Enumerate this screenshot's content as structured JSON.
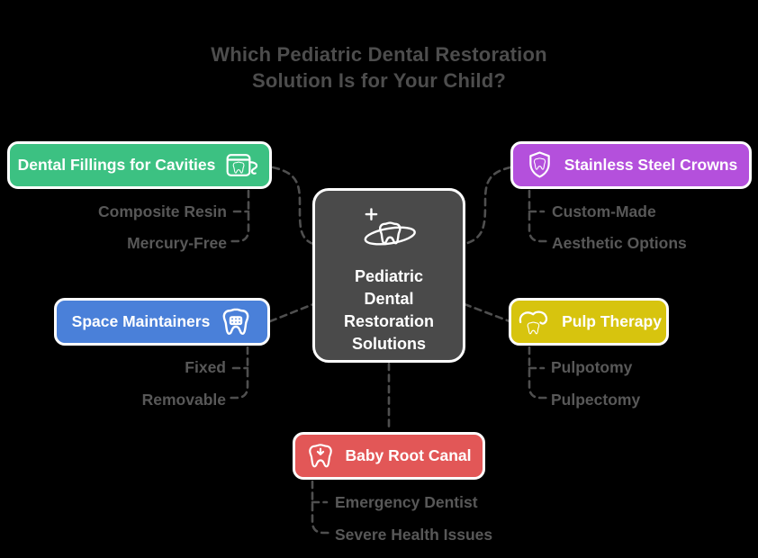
{
  "title": {
    "text": "Which Pediatric Dental Restoration\nSolution Is for Your Child?"
  },
  "colors": {
    "background": "#000000",
    "title": "#4d4d4d",
    "sublabel": "#585858",
    "node_text": "#ffffff",
    "connector": "#4f4f4f",
    "center_bg": "#4a4a4a",
    "border": "#ffffff"
  },
  "center": {
    "label": "Pediatric\nDental\nRestoration\nSolutions",
    "icon": "tooth-orbit-plus-icon"
  },
  "nodes": [
    {
      "id": "dental-fillings",
      "label": "Dental Fillings for Cavities",
      "color": "#3cc182",
      "icon": "floss-tooth-icon",
      "icon_side": "right",
      "children": [
        "Composite Resin",
        "Mercury-Free"
      ]
    },
    {
      "id": "stainless-steel-crowns",
      "label": "Stainless Steel Crowns",
      "color": "#b450dc",
      "icon": "shield-tooth-icon",
      "icon_side": "left",
      "children": [
        "Custom-Made",
        "Aesthetic Options"
      ]
    },
    {
      "id": "space-maintainers",
      "label": "Space Maintainers",
      "color": "#4a80d9",
      "icon": "braces-tooth-icon",
      "icon_side": "right",
      "children": [
        "Fixed",
        "Removable"
      ]
    },
    {
      "id": "pulp-therapy",
      "label": "Pulp Therapy",
      "color": "#d7c40e",
      "icon": "pulp-tooth-icon",
      "icon_side": "left",
      "children": [
        "Pulpotomy",
        "Pulpectomy"
      ]
    },
    {
      "id": "baby-root-canal",
      "label": "Baby Root Canal",
      "color": "#e25757",
      "icon": "root-canal-tooth-icon",
      "icon_side": "left",
      "children": [
        "Emergency Dentist",
        "Severe Health Issues"
      ]
    }
  ]
}
